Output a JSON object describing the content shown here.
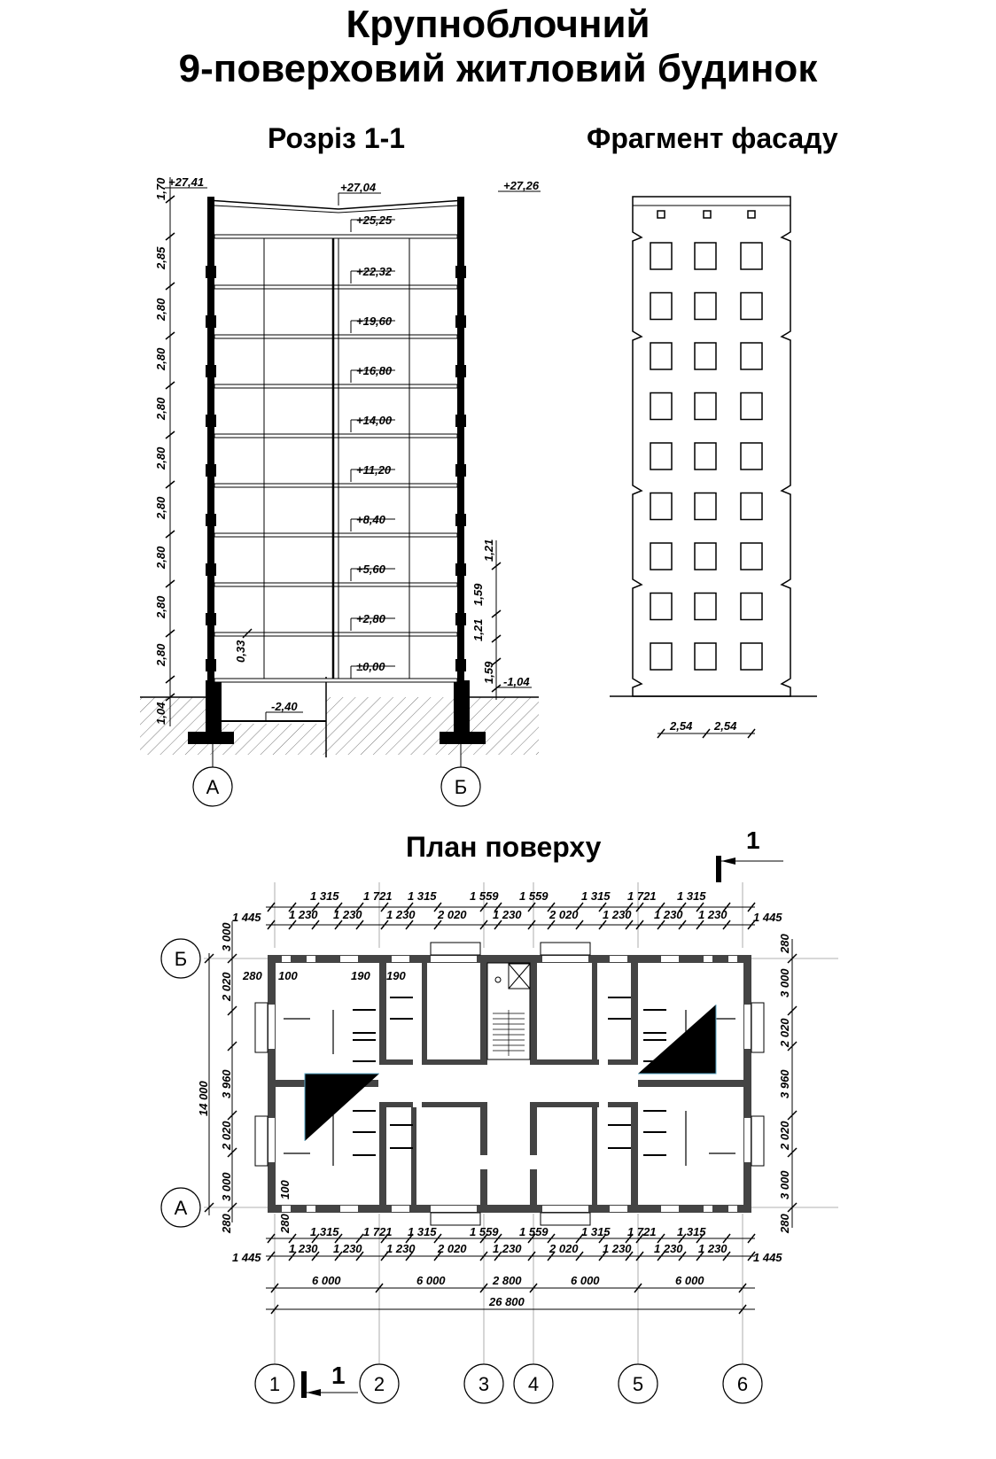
{
  "header": {
    "title_line1": "Крупноблочний",
    "title_line2": "9-поверховий житловий будинок"
  },
  "section": {
    "title": "Розріз 1-1",
    "levels": [
      "+27,04",
      "+25,25",
      "+22,32",
      "+19,60",
      "+16,80",
      "+14,00",
      "+11,20",
      "+8,40",
      "+5,60",
      "+2,80",
      "±0,00"
    ],
    "side_levels": {
      "top_left": "+27,41",
      "top_right": "+27,26",
      "ground": "-1,04",
      "basement": "-2,40"
    },
    "left_dims": [
      "1,70",
      "2,85",
      "2,80",
      "2,80",
      "2,80",
      "2,80",
      "2,80",
      "2,80",
      "2,80",
      "2,80",
      "1,04"
    ],
    "right_dims": [
      "1,21",
      "1,59",
      "1,21",
      "1,59"
    ],
    "wall_dim": "0,33",
    "axes": [
      "А",
      "Б"
    ]
  },
  "facade": {
    "title": "Фрагмент фасаду",
    "dims": [
      "2,54",
      "2,54"
    ]
  },
  "plan": {
    "title": "План поверху",
    "cut_label": "1",
    "top_dims_row1": [
      "1 315",
      "1 721",
      "1 315",
      "1 559",
      "1 559",
      "1 315",
      "1 721",
      "1 315"
    ],
    "top_dims_row2": [
      "1 230",
      "1 230",
      "1 230",
      "2 020",
      "1 230",
      "2 020",
      "1 230",
      "1 230",
      "1 230"
    ],
    "end_dims": [
      "1 445",
      "1 445"
    ],
    "left_dims": [
      "3 000",
      "2 020",
      "3 960",
      "2 020",
      "3 000",
      "280"
    ],
    "left_total": "14 000",
    "right_dims": [
      "280",
      "3 000",
      "2 020",
      "3 960",
      "2 020",
      "3 000",
      "280"
    ],
    "wall_notes": [
      "280",
      "100",
      "190",
      "190",
      "280",
      "100"
    ],
    "axis_dims": [
      "6 000",
      "6 000",
      "2 800",
      "6 000",
      "6 000"
    ],
    "total": "26 800",
    "row_axes": [
      "Б",
      "А"
    ],
    "col_axes": [
      "1",
      "2",
      "3",
      "4",
      "5",
      "6"
    ]
  }
}
